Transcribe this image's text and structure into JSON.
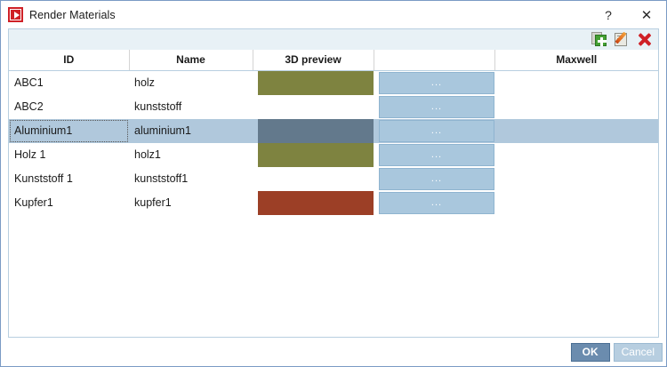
{
  "window": {
    "title": "Render Materials",
    "icon": "render-materials-icon",
    "help_label": "?",
    "close_label": "✕"
  },
  "toolbar": {
    "items": [
      {
        "name": "add-material-icon",
        "tooltip": "Add"
      },
      {
        "name": "edit-material-icon",
        "tooltip": "Edit"
      },
      {
        "name": "delete-material-icon",
        "tooltip": "Delete"
      }
    ]
  },
  "grid": {
    "columns": [
      "ID",
      "Name",
      "3D preview",
      "",
      "Maxwell"
    ],
    "dots_label": "...",
    "rows": [
      {
        "id": "ABC1",
        "name": "holz",
        "preview_color": "#7e8340",
        "has_preview": true,
        "has_dots": true,
        "selected": false
      },
      {
        "id": "ABC2",
        "name": "kunststoff",
        "preview_color": "",
        "has_preview": false,
        "has_dots": true,
        "selected": false
      },
      {
        "id": "Aluminium1",
        "name": "aluminium1",
        "preview_color": "#63798c",
        "has_preview": true,
        "has_dots": true,
        "selected": true
      },
      {
        "id": "Holz 1",
        "name": "holz1",
        "preview_color": "#7e8340",
        "has_preview": true,
        "has_dots": true,
        "selected": false
      },
      {
        "id": "Kunststoff 1",
        "name": "kunststoff1",
        "preview_color": "",
        "has_preview": false,
        "has_dots": true,
        "selected": false
      },
      {
        "id": "Kupfer1",
        "name": "kupfer1",
        "preview_color": "#9c3f26",
        "has_preview": true,
        "has_dots": true,
        "selected": false
      }
    ]
  },
  "footer": {
    "ok_label": "OK",
    "cancel_label": "Cancel"
  },
  "colors": {
    "selection": "#b0c8dc",
    "dots_button": "#a9c7dd",
    "toolbar_band": "#e8f1f6",
    "frame_border": "#7a9ac4",
    "ok_button": "#6b8cae",
    "cancel_button": "#b7cee0"
  }
}
